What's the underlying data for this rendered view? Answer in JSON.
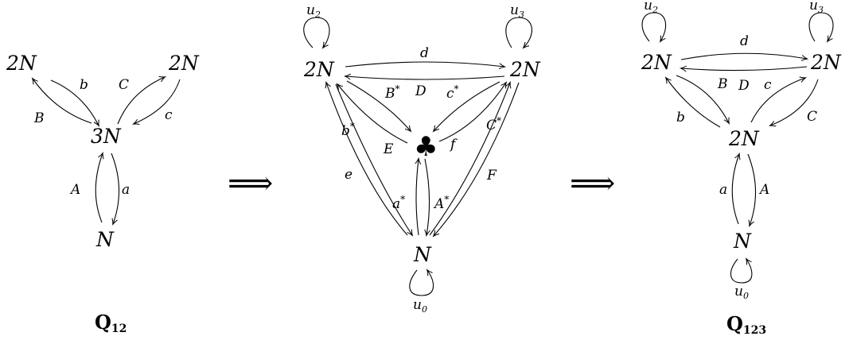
{
  "q12": {
    "nodes": {
      "left": "2N",
      "right": "2N",
      "center": "3N",
      "bottom": "N"
    },
    "labels": {
      "b": "b",
      "C": "C",
      "B": "B",
      "c": "c",
      "A": "A",
      "a": "a"
    },
    "title": {
      "main": "Q",
      "sub": "12"
    }
  },
  "implies": "⟹",
  "mid": {
    "nodes": {
      "left": "2N",
      "right": "2N",
      "center": "♣",
      "bottom": "N"
    },
    "labels": {
      "u2": "u",
      "u2_sub": "2",
      "u3": "u",
      "u3_sub": "3",
      "u0": "u",
      "u0_sub": "0",
      "d": "d",
      "D": "D",
      "Bstar": "B",
      "Bstar_sup": "*",
      "cstar": "c",
      "cstar_sup": "*",
      "bstar": "b",
      "bstar_sup": "*",
      "Cstar": "C",
      "Cstar_sup": "*",
      "astar": "a",
      "astar_sup": "*",
      "Astar": "A",
      "Astar_sup": "*",
      "E": "E",
      "f": "f",
      "e": "e",
      "F": "F"
    }
  },
  "q123": {
    "nodes": {
      "left": "2N",
      "right": "2N",
      "center": "2N",
      "bottom": "N"
    },
    "labels": {
      "u2": "u",
      "u2_sub": "2",
      "u3": "u",
      "u3_sub": "3",
      "u0": "u",
      "u0_sub": "0",
      "d": "d",
      "B": "B",
      "D": "D",
      "c": "c",
      "b": "b",
      "C": "C",
      "a": "a",
      "A": "A"
    },
    "title": {
      "main": "Q",
      "sub": "123"
    }
  }
}
